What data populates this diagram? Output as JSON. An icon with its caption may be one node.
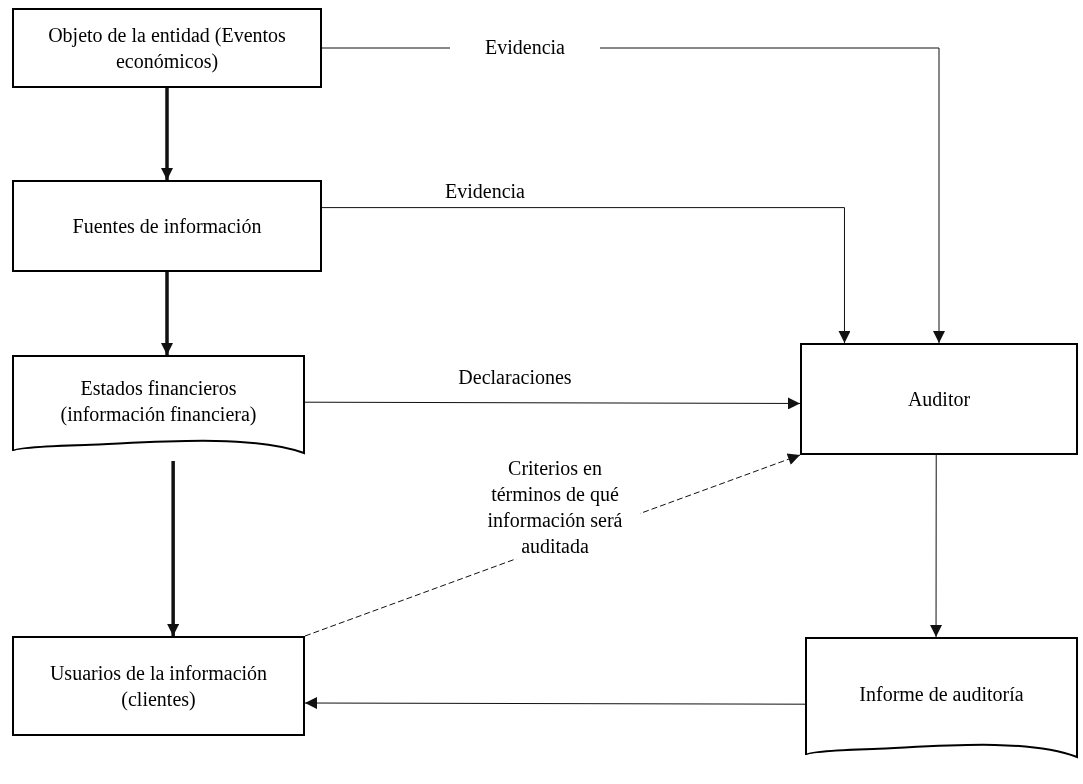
{
  "diagram": {
    "nodes": [
      {
        "text": [
          "Objeto de la entidad (Eventos económicos)"
        ]
      },
      {
        "text": [
          "Fuentes de información"
        ]
      },
      {
        "text": [
          "Estados financieros (información financiera)"
        ]
      },
      {
        "text": [
          "Usuarios de la información (clientes)"
        ]
      },
      {
        "text": [
          "Auditor"
        ]
      },
      {
        "text": [
          "Informe de auditoría"
        ]
      }
    ],
    "edges": [
      {
        "from": 0,
        "to": 1,
        "arrow": "to",
        "style": "thick"
      },
      {
        "from": 1,
        "to": 2,
        "arrow": "to",
        "style": "thick"
      },
      {
        "from": 2,
        "to": 3,
        "arrow": "to",
        "style": "thick"
      },
      {
        "from": 0,
        "to": 4,
        "arrow": "to",
        "label": "Evidencia"
      },
      {
        "from": 1,
        "to": 4,
        "arrow": "to",
        "label": "Evidencia"
      },
      {
        "from": 2,
        "to": 4,
        "arrow": "to",
        "label": "Declaraciones"
      },
      {
        "from": 3,
        "to": 4,
        "arrow": "to",
        "label": "Criterios en términos de qué información será auditada",
        "style": "dashed"
      },
      {
        "from": 4,
        "to": 5,
        "arrow": "to"
      },
      {
        "from": 5,
        "to": 3,
        "arrow": "to"
      }
    ]
  }
}
